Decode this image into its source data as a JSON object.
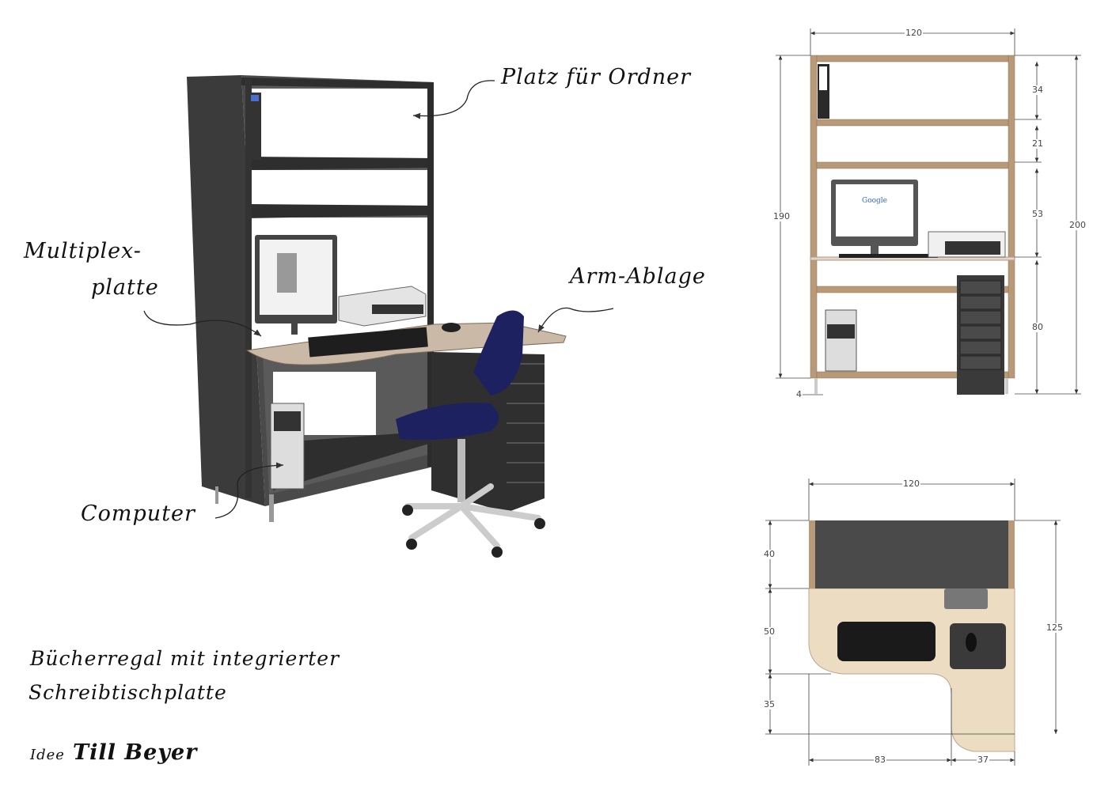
{
  "labels": {
    "shelf_folders": "Platz für Ordner",
    "multiplex_line1": "Multiplex-",
    "multiplex_line2": "platte",
    "arm_rest": "Arm-Ablage",
    "computer": "Computer"
  },
  "caption": {
    "line1": "Bücherregal mit integrierter",
    "line2": "Schreibtischplatte",
    "idea_prefix": "Idee",
    "author": "Till Beyer"
  },
  "front_view": {
    "width": "120",
    "height_frame": "190",
    "height_total": "200",
    "shelf_1": "34",
    "shelf_2": "21",
    "shelf_3": "53",
    "desk_height": "80",
    "leg_offset": "4"
  },
  "plan_view": {
    "width": "120",
    "depth_shelf": "40",
    "depth_desk": "50",
    "depth_arm": "35",
    "depth_total": "125",
    "width_left": "83",
    "width_arm": "37"
  },
  "colors": {
    "cabinet": "#3b3b3b",
    "wood": "#b89a78",
    "desk_top": "#e8dcc6",
    "chair": "#1d2160"
  }
}
